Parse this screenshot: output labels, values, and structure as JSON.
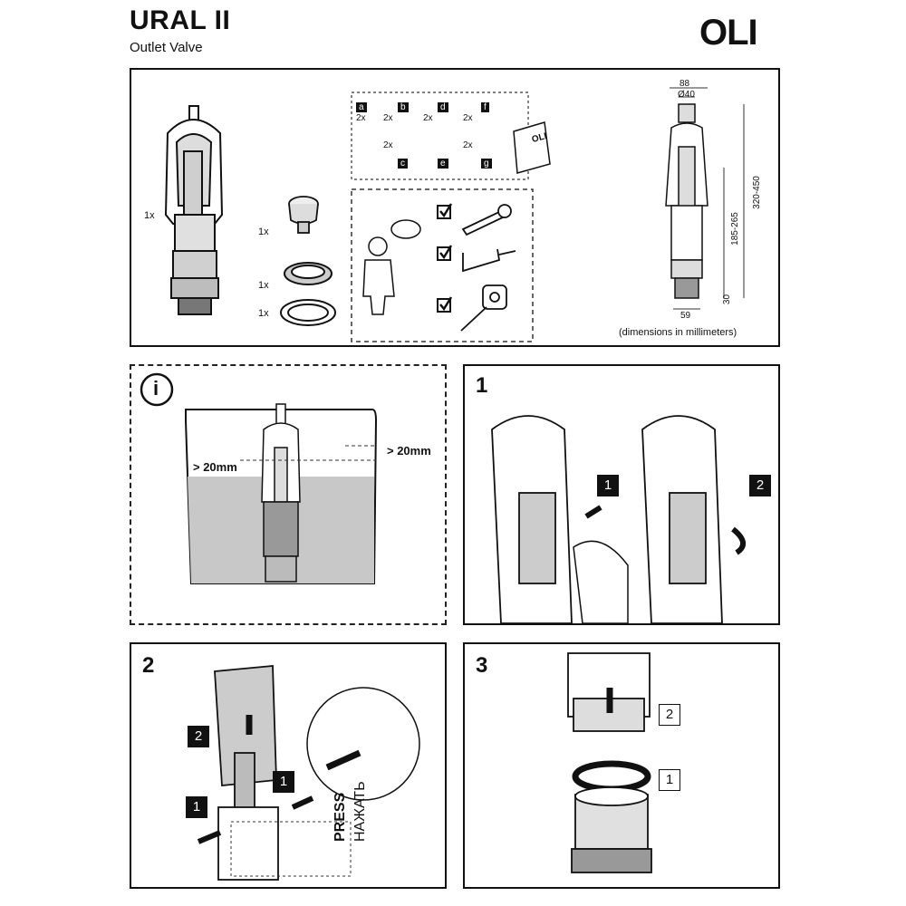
{
  "header": {
    "title": "URAL II",
    "subtitle": "Outlet Valve",
    "logo": "OLI"
  },
  "contents": {
    "main_qty": "1x",
    "button_qty": "1x",
    "ring_qty": "1x",
    "gasket_qty": "1x",
    "parts": [
      {
        "letter": "a",
        "qty": "2x"
      },
      {
        "letter": "b",
        "qty": "2x"
      },
      {
        "letter": "c",
        "qty": "2x"
      },
      {
        "letter": "d",
        "qty": "2x"
      },
      {
        "letter": "e",
        "qty": ""
      },
      {
        "letter": "f",
        "qty": "2x"
      },
      {
        "letter": "g",
        "qty": "2x"
      }
    ],
    "manual_logo": "OLI"
  },
  "dimensions": {
    "width_top": "88",
    "diameter": "Ø40",
    "height_range": "320-450",
    "mid_range": "185-265",
    "bottom": "30",
    "base_width": "59",
    "note": "(dimensions in millimeters)"
  },
  "info": {
    "icon_label": "i",
    "min_gap_left": "> 20mm",
    "min_gap_right": "> 20mm"
  },
  "step1": {
    "number": "1",
    "badge1": "1",
    "badge2": "2"
  },
  "step2": {
    "number": "2",
    "badge_top": "2",
    "badge_right": "1",
    "badge_left": "1",
    "press_en": "PRESS",
    "press_ru": "НАЖАТЬ"
  },
  "step3": {
    "number": "3",
    "badge2": "2",
    "badge1": "1"
  },
  "colors": {
    "water": "#c8c8c8",
    "outline": "#111111",
    "valve_fill": "#d9d9d9"
  }
}
